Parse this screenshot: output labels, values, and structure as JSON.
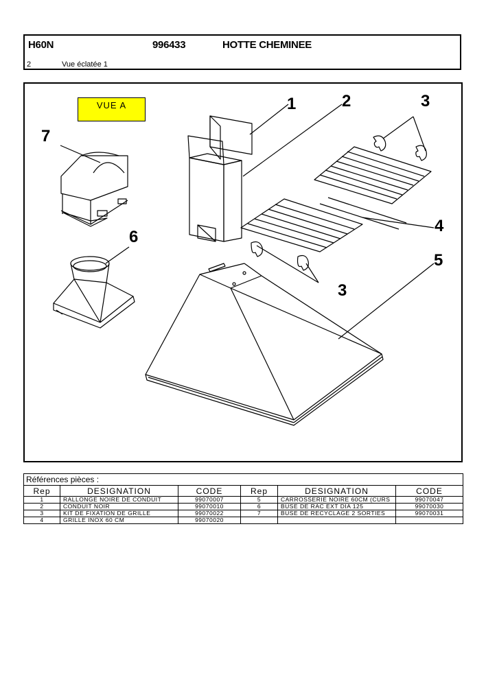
{
  "header": {
    "model": "H60N",
    "code": "996433",
    "title": "HOTTE CHEMINEE",
    "page_number": "2",
    "view_label": "Vue éclatée 1"
  },
  "drawing": {
    "view_badge": "VUE A",
    "callouts": [
      "1",
      "2",
      "3",
      "7",
      "6",
      "4",
      "5",
      "3"
    ]
  },
  "references": {
    "title": "Références pièces :",
    "headers": [
      "Rep",
      "DESIGNATION",
      "CODE",
      "Rep",
      "DESIGNATION",
      "CODE"
    ],
    "rows": [
      [
        "1",
        "RALLONGE NOIRE DE CONDUIT",
        "99070007",
        "5",
        "CARROSSERIE NOIRE 60CM (CURS",
        "99070047"
      ],
      [
        "2",
        "CONDUIT NOIR",
        "99070010",
        "6",
        "BUSE DE RAC EXT DIA 125",
        "99070030"
      ],
      [
        "3",
        "KIT DE FIXATION DE GRILLE",
        "99070022",
        "7",
        "BUSE DE RECYCLAGE 2 SORTIES",
        "99070031"
      ],
      [
        "4",
        "GRILLE INOX 60 CM",
        "99070020",
        "",
        "",
        ""
      ]
    ]
  }
}
